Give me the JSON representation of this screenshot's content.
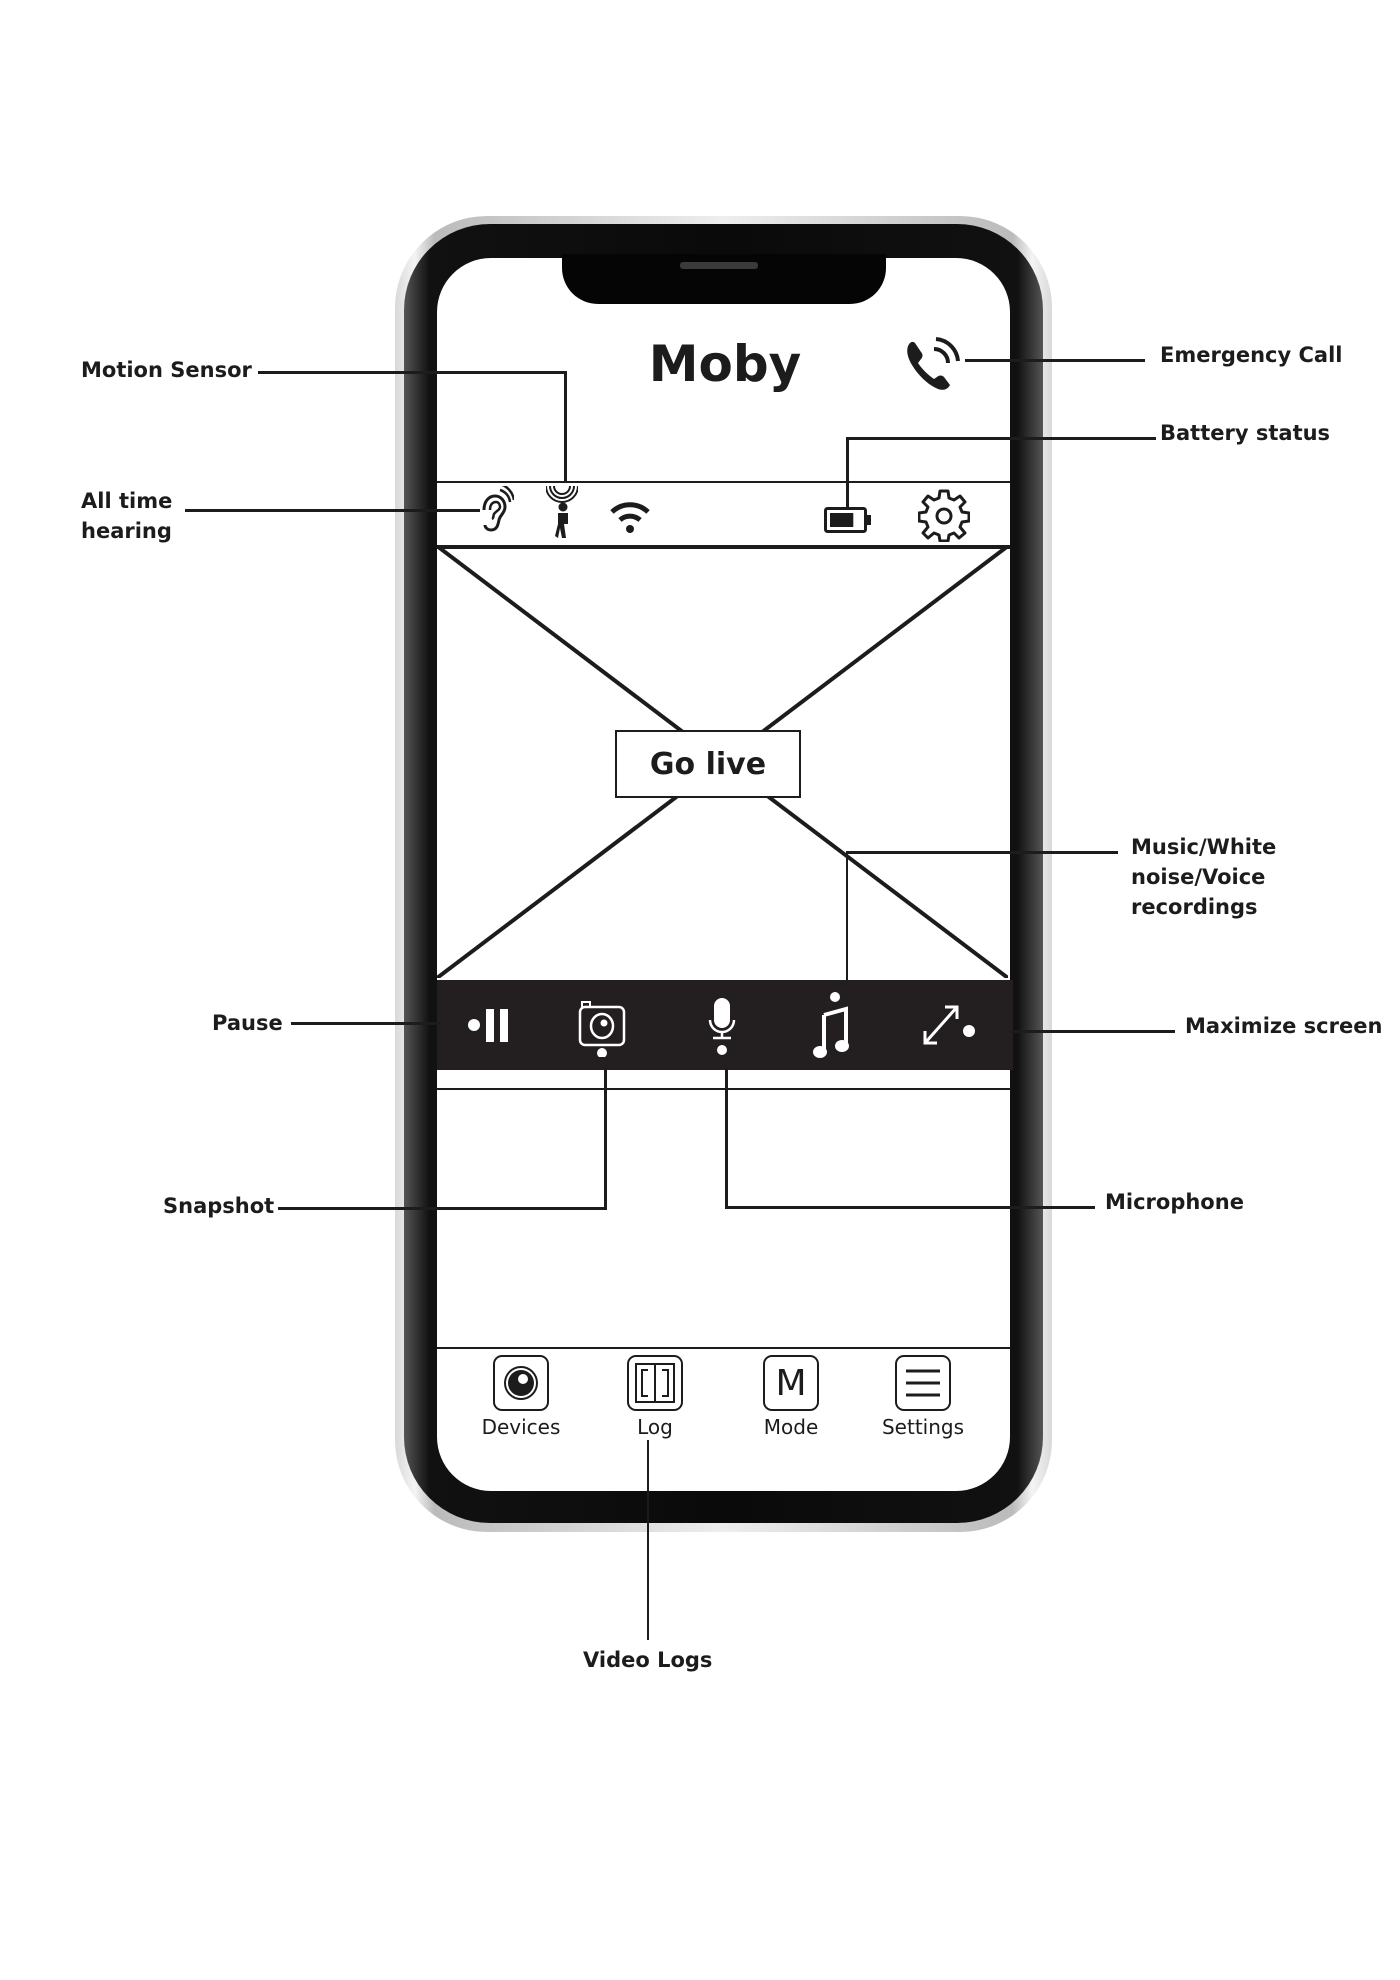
{
  "app": {
    "title": "Moby",
    "go_live_label": "Go live",
    "battery_level": 0.75
  },
  "status_icons": [
    "ear-icon",
    "motion-sensor-icon",
    "wifi-icon",
    "battery-icon",
    "gear-icon"
  ],
  "header_icons": [
    "phone-call-icon"
  ],
  "controls": [
    {
      "name": "pause",
      "icon": "pause-icon"
    },
    {
      "name": "snapshot",
      "icon": "camera-icon"
    },
    {
      "name": "microphone",
      "icon": "microphone-icon"
    },
    {
      "name": "music",
      "icon": "music-note-icon"
    },
    {
      "name": "maximize",
      "icon": "expand-arrows-icon"
    }
  ],
  "bottom_nav": [
    {
      "label": "Devices",
      "icon": "camera-lens-icon"
    },
    {
      "label": "Log",
      "icon": "double-panel-icon"
    },
    {
      "label": "Mode",
      "icon": "mode-m-icon",
      "glyph": "M"
    },
    {
      "label": "Settings",
      "icon": "hamburger-menu-icon"
    }
  ],
  "callouts": {
    "motion_sensor": "Motion Sensor",
    "all_time_hearing": "All time\nhearing",
    "emergency_call": "Emergency Call",
    "battery_status": "Battery status",
    "music": "Music/White\nnoise/Voice\nrecordings",
    "pause": "Pause",
    "maximize": "Maximize screen",
    "snapshot": "Snapshot",
    "microphone": "Microphone",
    "video_logs": "Video Logs"
  }
}
